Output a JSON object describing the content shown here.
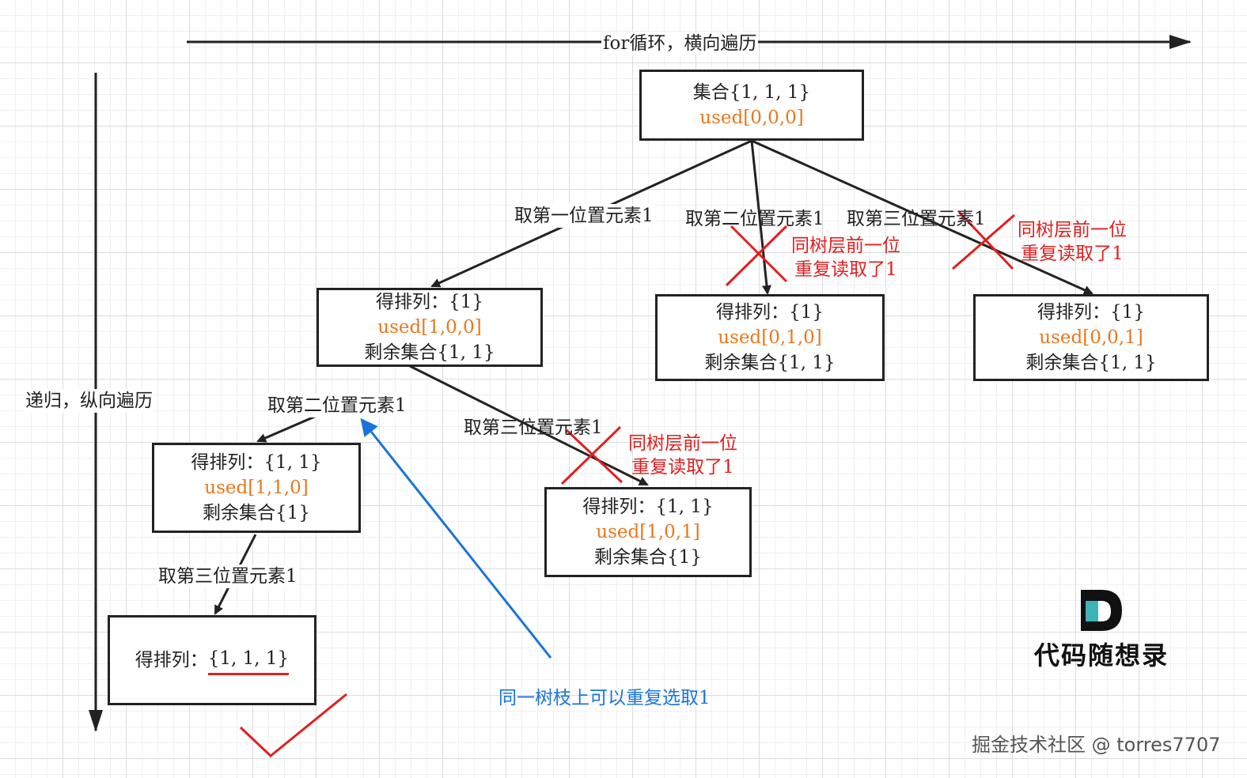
{
  "top_arrow_label": "for循环，横向遍历",
  "left_arrow_label": "递归，纵向遍历",
  "nodes": {
    "root": {
      "line1": "集合{1, 1, 1}",
      "used": "used[0,0,0]"
    },
    "a": {
      "line1": "得排列：{1}",
      "used": "used[1,0,0]",
      "line3": "剩余集合{1, 1}"
    },
    "b": {
      "line1": "得排列：{1}",
      "used": "used[0,1,0]",
      "line3": "剩余集合{1, 1}"
    },
    "c": {
      "line1": "得排列：{1}",
      "used": "used[0,0,1]",
      "line3": "剩余集合{1, 1}"
    },
    "d": {
      "line1": "得排列：{1, 1}",
      "used": "used[1,1,0]",
      "line3": "剩余集合{1}"
    },
    "e": {
      "line1": "得排列：{1, 1}",
      "used": "used[1,0,1]",
      "line3": "剩余集合{1}"
    },
    "f": {
      "prefix": "得排列：",
      "value": "{1, 1, 1}"
    }
  },
  "edge_labels": {
    "root_a": "取第一位置元素1",
    "root_b": "取第二位置元素1",
    "root_c": "取第三位置元素1",
    "a_d": "取第二位置元素1",
    "a_e": "取第三位置元素1",
    "d_f": "取第三位置元素1"
  },
  "notes": {
    "prune_b": [
      "同树层前一位",
      "重复读取了1"
    ],
    "prune_c": [
      "同树层前一位",
      "重复读取了1"
    ],
    "prune_e": [
      "同树层前一位",
      "重复读取了1"
    ],
    "branch_note": "同一树枝上可以重复选取1"
  },
  "logo_text": "代码随想录",
  "watermark": "掘金技术社区 @ torres7707",
  "colors": {
    "line": "#222222",
    "used": "#e8781e",
    "prune": "#e02020",
    "branch": "#1a74d8"
  }
}
